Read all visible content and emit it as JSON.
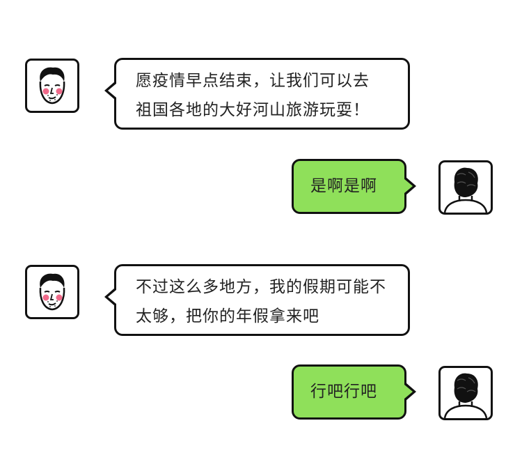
{
  "colors": {
    "outgoing_bubble": "#8fe05a",
    "incoming_bubble": "#ffffff",
    "outline": "#111111",
    "blush": "#f06a8a"
  },
  "messages": [
    {
      "sender": "left",
      "avatar": "smiling-man-icon",
      "lines": [
        "愿疫情早点结束，让我们可以去",
        "祖国各地的大好河山旅游玩耍！"
      ]
    },
    {
      "sender": "right",
      "avatar": "man-back-view-icon",
      "lines": [
        "是啊是啊"
      ]
    },
    {
      "sender": "left",
      "avatar": "smiling-man-icon",
      "lines": [
        "不过这么多地方，我的假期可能不",
        "太够，把你的年假拿来吧"
      ]
    },
    {
      "sender": "right",
      "avatar": "man-back-view-icon",
      "lines": [
        "行吧行吧"
      ]
    }
  ]
}
